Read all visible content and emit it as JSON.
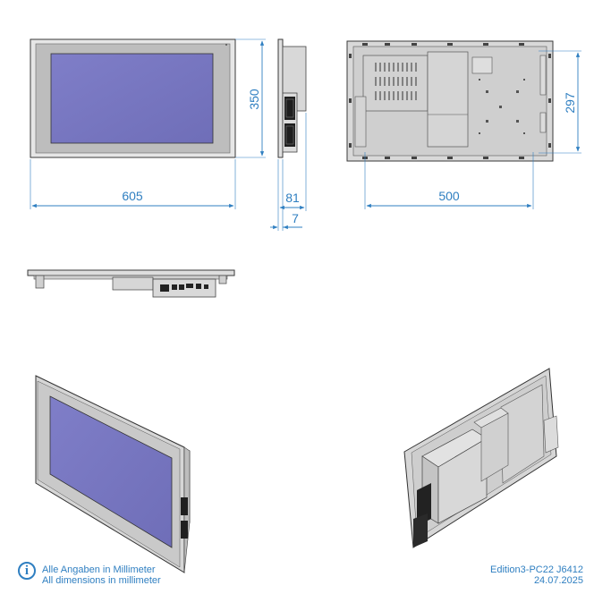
{
  "dimensions": {
    "front_width": "605",
    "front_height": "350",
    "side_depth": "81",
    "side_bezel": "7",
    "rear_width": "500",
    "rear_height": "297"
  },
  "footer": {
    "note_de": "Alle Angaben in Millimeter",
    "note_en": "All dimensions in millimeter",
    "edition": "Edition3-PC22 J6412",
    "date": "24.07.2025"
  },
  "icons": {
    "info": "info-icon"
  },
  "colors": {
    "dimension": "#2f7fc1",
    "screen": "#7a79c2",
    "bezel": "#d0d0d0",
    "housing": "#cfcfcf"
  }
}
